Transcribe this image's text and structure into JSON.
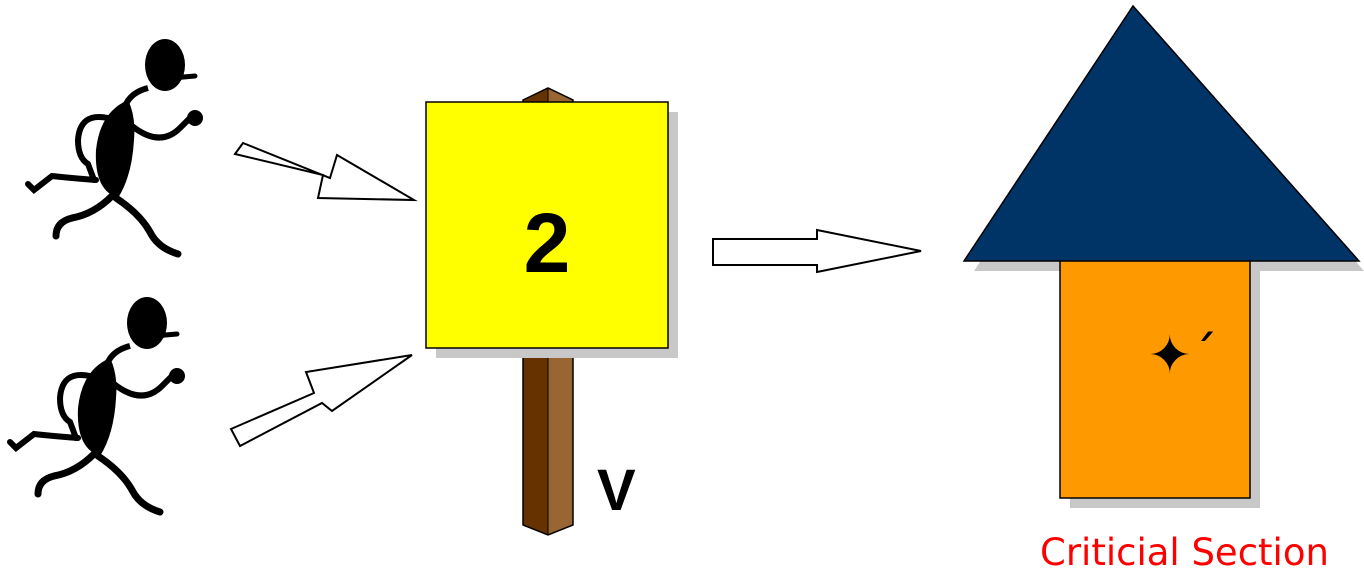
{
  "semaphore": {
    "value": "2",
    "name": "V",
    "sign_color": "#FFFF00",
    "post_colors": {
      "light": "#996633",
      "dark": "#663300"
    }
  },
  "house": {
    "roof_color": "#003366",
    "body_color": "#FF9900",
    "caption": "Criticial Section",
    "caption_color": "#FF0000",
    "marks": "✦´"
  },
  "runners": [
    {
      "icon": "running-person-icon"
    },
    {
      "icon": "running-person-icon"
    }
  ],
  "arrows": [
    {
      "icon": "hollow-arrow-icon",
      "from": "runner-1",
      "to": "semaphore"
    },
    {
      "icon": "hollow-arrow-icon",
      "from": "runner-2",
      "to": "semaphore"
    },
    {
      "icon": "hollow-arrow-icon",
      "from": "semaphore",
      "to": "house"
    }
  ]
}
